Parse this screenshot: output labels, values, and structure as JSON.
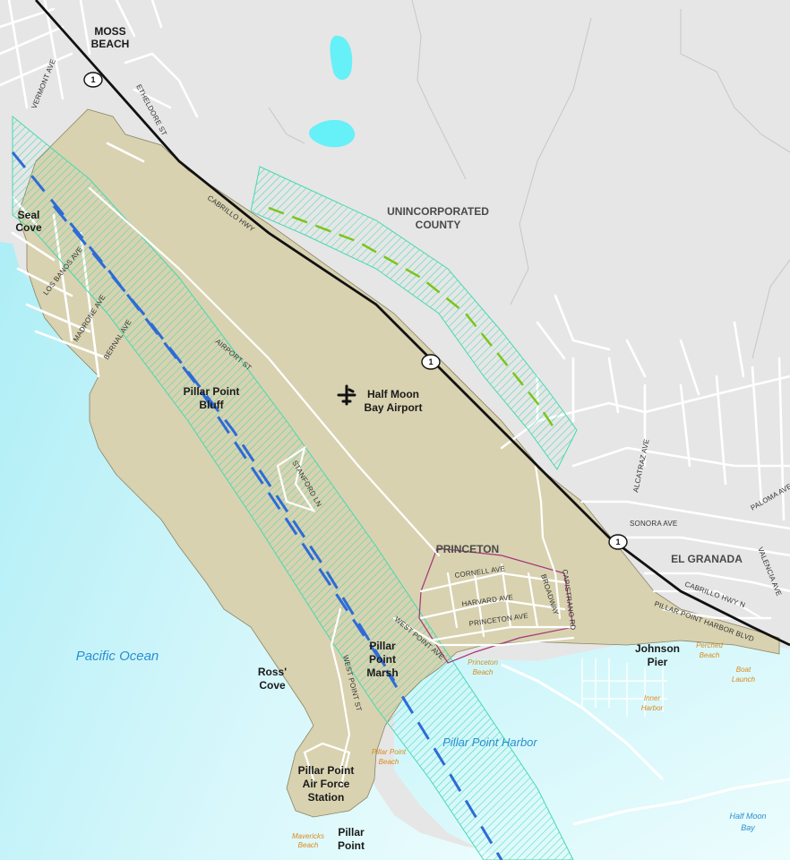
{
  "colors": {
    "land": "#e6e6e6",
    "water_light": "#d9f7fb",
    "water_deep": "#aeeef6",
    "pond": "#66f0f7",
    "study_area": "#d8d2b0",
    "hatch": "#45d9b0",
    "runway_line": "#2e6bd6",
    "green_dash": "#7cc41a",
    "street": "#ffffff",
    "highway": "#111111",
    "princeton_boundary": "#a3357a",
    "water_label": "#2a8fd0",
    "beach_label": "#d98a1e"
  },
  "labels": {
    "moss_beach_1": "MOSS",
    "moss_beach_2": "BEACH",
    "uninc_1": "UNINCORPORATED",
    "uninc_2": "COUNTY",
    "seal_cove_1": "Seal",
    "seal_cove_2": "Cove",
    "bluff_1": "Pillar Point",
    "bluff_2": "Bluff",
    "airport_1": "Half Moon",
    "airport_2": "Bay Airport",
    "princeton": "PRINCETON",
    "el_granada": "EL GRANADA",
    "pacific": "Pacific Ocean",
    "ross_1": "Ross'",
    "ross_2": "Cove",
    "marsh_1": "Pillar",
    "marsh_2": "Point",
    "marsh_3": "Marsh",
    "johnson_1": "Johnson",
    "johnson_2": "Pier",
    "harbor": "Pillar Point Harbor",
    "afs_1": "Pillar Point",
    "afs_2": "Air Force",
    "afs_3": "Station",
    "pillar_pt_1": "Pillar",
    "pillar_pt_2": "Point",
    "hmb_1": "Half Moon",
    "hmb_2": "Bay",
    "princeton_beach_1": "Princeton",
    "princeton_beach_2": "Beach",
    "pp_beach_1": "Pillar Point",
    "pp_beach_2": "Beach",
    "mavericks_1": "Mavericks",
    "mavericks_2": "Beach",
    "perched_1": "Perched",
    "perched_2": "Beach",
    "boat_1": "Boat",
    "boat_2": "Launch",
    "inner_1": "Inner",
    "inner_2": "Harbor",
    "hwy_1": "1"
  },
  "streets": {
    "vermont": "VERMONT AVE",
    "etheldore": "ETHELDORE ST",
    "cabrillo": "CABRILLO HWY",
    "los_banos": "LOS BANOS AVE",
    "madrone": "MADRONE AVE",
    "bernal": "BERNAL AVE",
    "airport": "AIRPORT ST",
    "stanford": "STANFORD LN",
    "alcatraz": "ALCATRAZ AVE",
    "paloma": "PALOMA AVE",
    "sonora": "SONORA AVE",
    "valencia": "VALENCIA AVE",
    "cornell": "CORNELL AVE",
    "harvard": "HARVARD AVE",
    "princeton_ave": "PRINCETON AVE",
    "broadway": "BROADWAY",
    "capistrano": "CAPISTRANO RD",
    "west_point_ave": "WEST POINT AVE",
    "west_point_st": "WEST POINT ST",
    "cabrillo_n": "CABRILLO HWY N",
    "pp_harbor_blvd": "PILLAR POINT HARBOR BLVD"
  }
}
